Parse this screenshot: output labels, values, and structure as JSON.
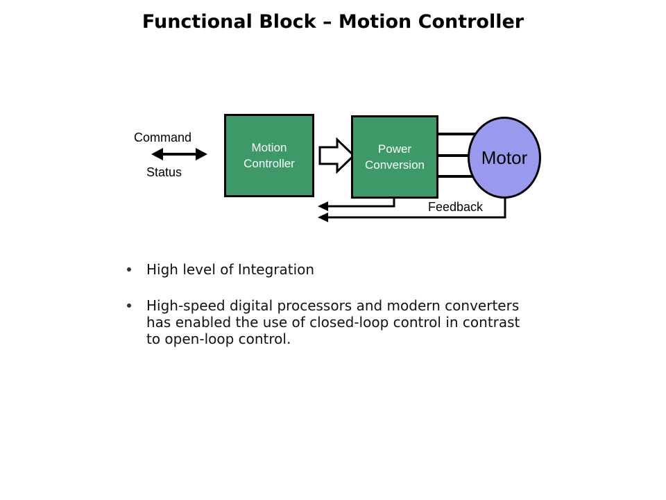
{
  "title": "Functional Block – Motion Controller",
  "diagram": {
    "command_label": "Command",
    "status_label": "Status",
    "feedback_label": "Feedback",
    "motion_controller_label": "Motion\nController",
    "power_conversion_label": "Power\nConversion",
    "motor_label": "Motor",
    "colors": {
      "block_fill_green": "#3d9a68",
      "motor_fill_purple": "#9999ee",
      "outline": "#000000",
      "block_text": "#ffffff"
    }
  },
  "bullets": [
    {
      "text": "High level of Integration"
    },
    {
      "text": "High-speed digital processors and modern converters\nhas enabled the use of closed-loop control in contrast\nto open-loop control."
    }
  ]
}
